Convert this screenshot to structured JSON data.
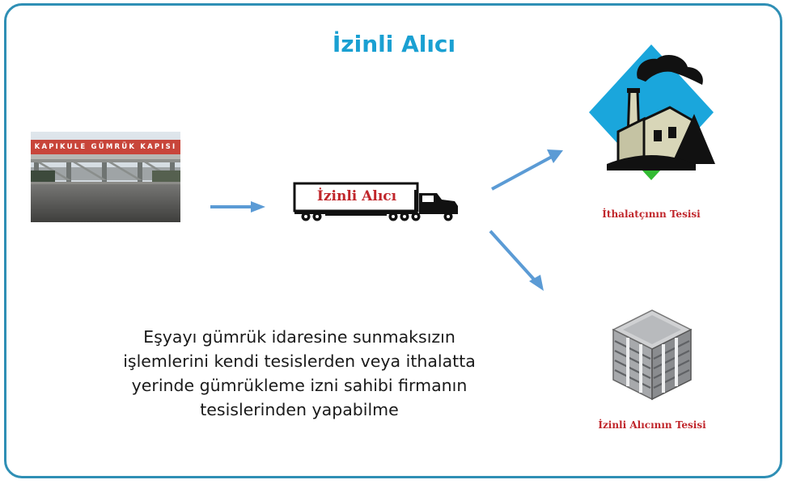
{
  "diagram": {
    "title": "İzinli Alıcı",
    "photo_sign": "KAPIKULE GÜMRÜK KAPISI",
    "truck_label": "İzinli Alıcı",
    "importer_facility_label": "İthalatçının Tesisi",
    "authorized_facility_label": "İzinli Alıcının Tesisi",
    "description_lines": [
      "Eşyayı gümrük idaresine sunmaksızın",
      "işlemlerini kendi tesislerden veya ithalatta",
      "yerinde gümrükleme izni sahibi firmanın",
      "tesislerinden yapabilme"
    ]
  },
  "colors": {
    "frame": "#2f8fb5",
    "title": "#1aa0d2",
    "arrow": "#5b9bd5",
    "label_red": "#c0262b",
    "factory_diamond_top": "#1aa6dc",
    "factory_diamond_bottom": "#33bb33"
  },
  "icons": [
    "customs-gate-photo",
    "truck-icon",
    "factory-icon",
    "building-icon"
  ]
}
